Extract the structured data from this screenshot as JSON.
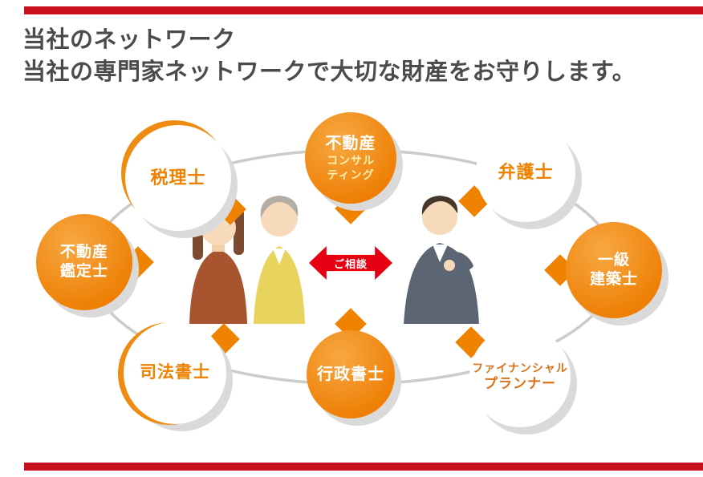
{
  "header": {
    "title_line1": "当社のネットワーク",
    "title_line2": "当社の専門家ネットワークで大切な財産をお守りします。"
  },
  "diagram": {
    "consult_label": "ご相談",
    "nodes": {
      "tax": {
        "label": "税理士"
      },
      "consulting": {
        "line1": "不動産",
        "line2": "コンサル",
        "line3": "ティング"
      },
      "lawyer": {
        "label": "弁護士"
      },
      "appraiser": {
        "line1": "不動産",
        "line2": "鑑定士"
      },
      "architect": {
        "line1": "一級",
        "line2": "建築士"
      },
      "judicial": {
        "label": "司法書士"
      },
      "administrative": {
        "label": "行政書士"
      },
      "financial_planner": {
        "line1": "ファイナンシャル",
        "line2": "プランナー"
      }
    },
    "colors": {
      "accent_red": "#c8101e",
      "orange": "#ef8200",
      "arrow_red": "#e60012",
      "title_gray": "#4b4b4b",
      "ring_gray": "#cbcbcb",
      "pale_yellow": "#ffefad",
      "shadow_gray": "#dadada"
    }
  }
}
